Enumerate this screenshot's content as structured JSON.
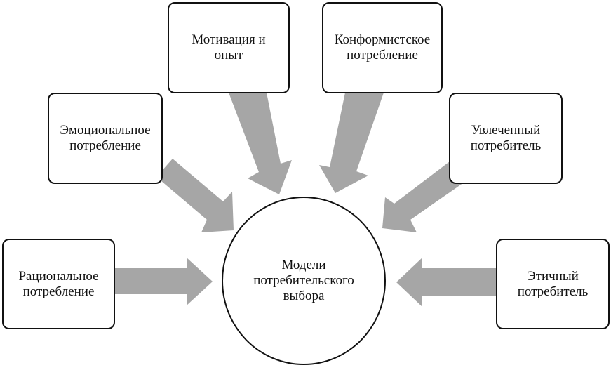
{
  "diagram": {
    "center_label": "Модели\nпотребительского\nвыбора",
    "arrow_color": "#a6a6a6",
    "nodes": [
      {
        "id": "rational",
        "label": "Рациональное\nпотребление"
      },
      {
        "id": "emotional",
        "label": "Эмоциональное\nпотребление"
      },
      {
        "id": "motivation",
        "label": "Мотивация и\nопыт"
      },
      {
        "id": "conformist",
        "label": "Конформистское\nпотребление"
      },
      {
        "id": "engaged",
        "label": "Увлеченный\nпотребитель"
      },
      {
        "id": "ethical",
        "label": "Этичный\nпотребитель"
      }
    ]
  }
}
